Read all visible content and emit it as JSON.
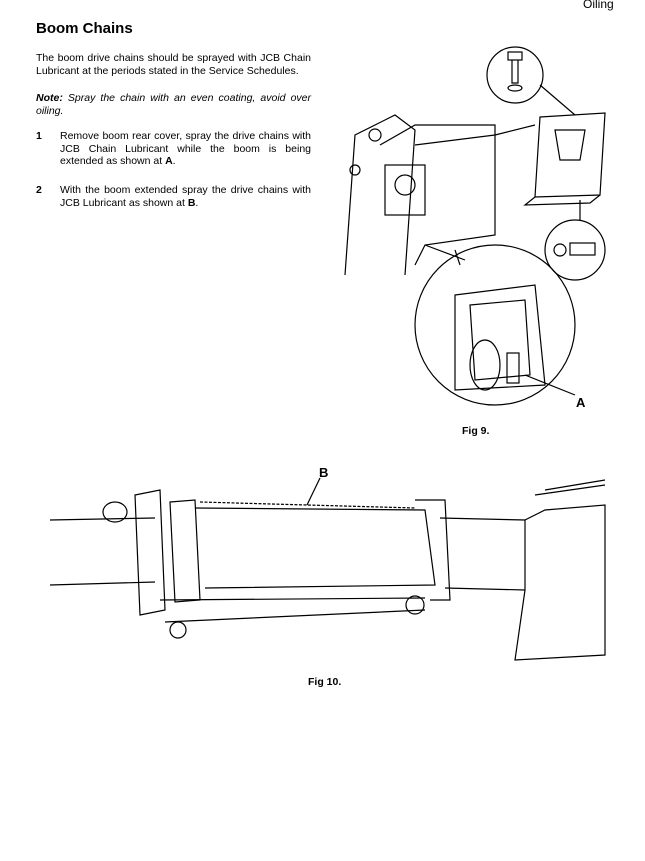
{
  "header": {
    "section": "Oiling"
  },
  "title": "Boom Chains",
  "intro": "The boom drive chains should be sprayed with JCB Chain Lubricant at the periods stated in the Service Schedules.",
  "note": {
    "label": "Note:",
    "text": " Spray the chain with an even coating, avoid over oiling."
  },
  "steps": [
    {
      "num": "1",
      "text": "Remove boom rear cover, spray the drive chains with JCB Chain Lubricant while the boom is being extended as shown at ",
      "ref": "A",
      "end": "."
    },
    {
      "num": "2",
      "text": "With the boom extended spray the drive chains with JCB Lubricant as shown at ",
      "ref": "B",
      "end": "."
    }
  ],
  "figures": [
    {
      "caption": "Fig 9.",
      "callout": "A"
    },
    {
      "caption": "Fig 10.",
      "callout": "B"
    }
  ]
}
